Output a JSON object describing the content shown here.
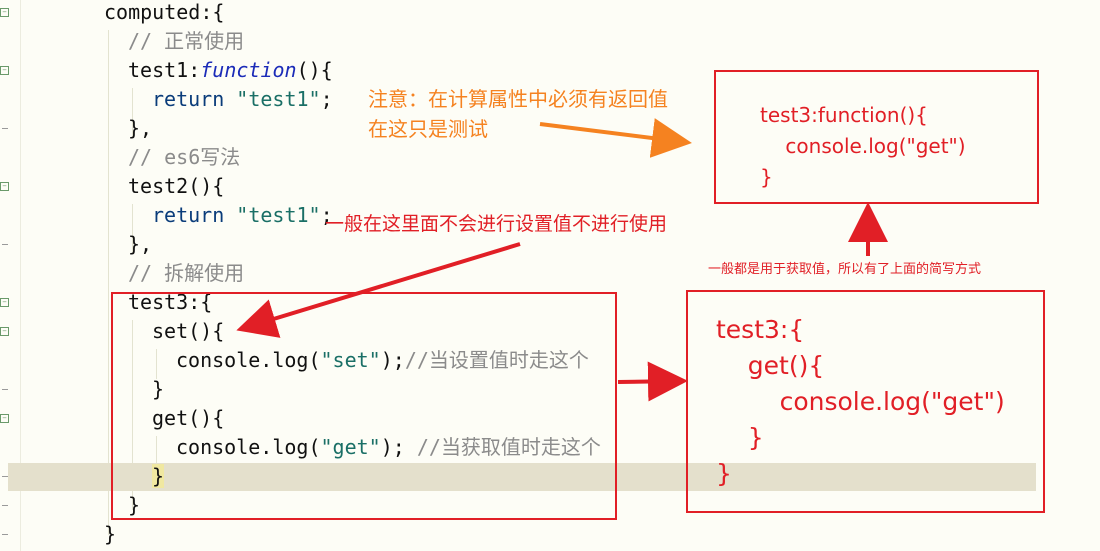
{
  "code_lines": [
    {
      "parts": [
        [
          "plain",
          "computed:{"
        ]
      ]
    },
    {
      "parts": [
        [
          "cmt-mono",
          "// "
        ],
        [
          "cmt",
          "正常使用"
        ]
      ]
    },
    {
      "parts": [
        [
          "plain",
          "test1:"
        ],
        [
          "fn",
          "function"
        ],
        [
          "plain",
          "(){"
        ]
      ]
    },
    {
      "parts": [
        [
          "kw",
          "return "
        ],
        [
          "str",
          "\"test1\""
        ],
        [
          "plain",
          ";"
        ]
      ]
    },
    {
      "parts": [
        [
          "plain",
          "},"
        ]
      ]
    },
    {
      "parts": [
        [
          "cmt-mono",
          "// es6"
        ],
        [
          "cmt",
          "写法"
        ]
      ]
    },
    {
      "parts": [
        [
          "plain",
          "test2(){"
        ]
      ]
    },
    {
      "parts": [
        [
          "kw",
          "return "
        ],
        [
          "str",
          "\"test1\""
        ],
        [
          "plain",
          ";"
        ]
      ]
    },
    {
      "parts": [
        [
          "plain",
          "},"
        ]
      ]
    },
    {
      "parts": [
        [
          "cmt-mono",
          "// "
        ],
        [
          "cmt",
          "拆解使用"
        ]
      ]
    },
    {
      "parts": [
        [
          "plain",
          "test3:{"
        ]
      ]
    },
    {
      "parts": [
        [
          "plain",
          "set(){"
        ]
      ]
    },
    {
      "parts": [
        [
          "plain",
          "console.log("
        ],
        [
          "str",
          "\"set\""
        ],
        [
          "plain",
          ");"
        ],
        [
          "cmt-mono",
          "//"
        ],
        [
          "cmt",
          "当设置值时走这个"
        ]
      ]
    },
    {
      "parts": [
        [
          "plain",
          "}"
        ]
      ]
    },
    {
      "parts": [
        [
          "plain",
          "get(){"
        ]
      ]
    },
    {
      "parts": [
        [
          "plain",
          "console.log("
        ],
        [
          "str",
          "\"get\""
        ],
        [
          "plain",
          "); "
        ],
        [
          "cmt-mono",
          "//"
        ],
        [
          "cmt",
          "当获取值时走这个"
        ]
      ]
    },
    {
      "parts": [
        [
          "brace",
          "}"
        ]
      ]
    },
    {
      "parts": [
        [
          "plain",
          "}"
        ]
      ]
    },
    {
      "parts": [
        [
          "plain",
          "}"
        ]
      ]
    }
  ],
  "annotations": {
    "note_orange": "注意：在计算属性中必须有返回值\n在这只是测试",
    "note_setter": "一般在这里面不会进行设置值不进行使用",
    "note_getter": "一般都是用于获取值，所以有了上面的简写方式",
    "box_top": "test3:function(){\n    console.log(\"get\")\n}",
    "box_bottom": "test3:{\n    get(){\n        console.log(\"get\")\n    }\n}"
  },
  "colors": {
    "annotation_red": "#e11f26",
    "annotation_orange": "#f58220",
    "string": "#1a6f66",
    "keyword": "#0a3c7a",
    "comment": "#8b8b8b"
  }
}
